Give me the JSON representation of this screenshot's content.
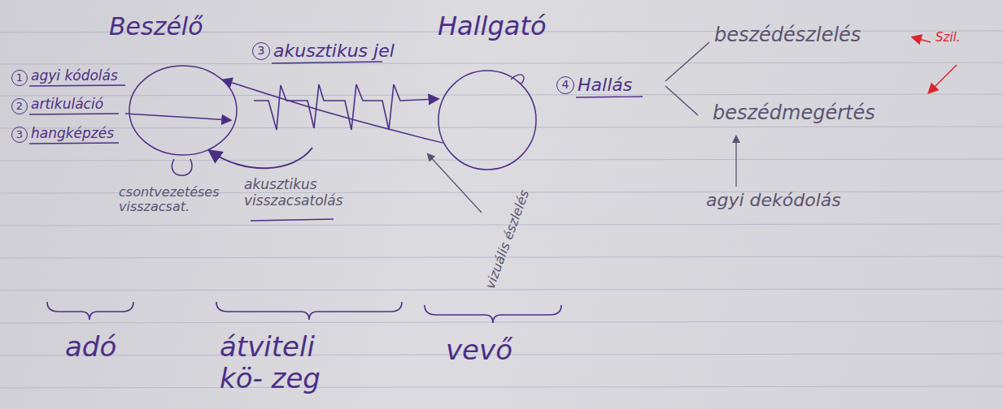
{
  "diagram": {
    "nodes": [
      {
        "text": [
          "Beszélő"
        ]
      },
      {
        "text": [
          "Hallgató"
        ]
      }
    ],
    "edges": [
      {
        "from": 1,
        "to": 0,
        "arrow": "to"
      }
    ],
    "labels": [
      "1",
      "agyi kódolás",
      "2",
      "artikuláció",
      "3",
      "hangképzés",
      "3",
      "akusztikus jel",
      "4",
      "Hallás",
      "beszédészlelés",
      "Szil.",
      "beszédmegértés",
      "agyi dekódolás",
      "csontvezetéses visszacsat.",
      "akusztikus visszacsatolás",
      "vizuális észlelés",
      "adó",
      "átviteli kö- zeg",
      "vevő"
    ]
  }
}
